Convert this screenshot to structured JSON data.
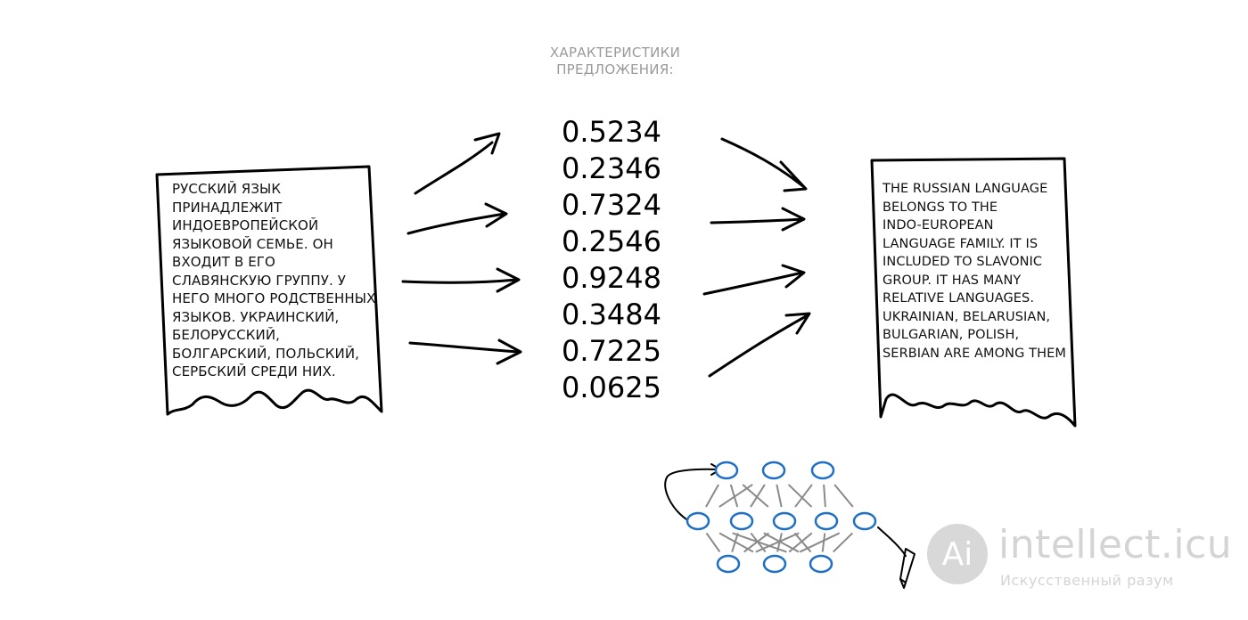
{
  "caption": {
    "line1": "ХАРАКТЕРИСТИКИ",
    "line2": "ПРЕДЛОЖЕНИЯ:"
  },
  "source_document": {
    "lines": [
      "РУССКИЙ ЯЗЫК",
      "ПРИНАДЛЕЖИТ",
      "ИНДОЕВРОПЕЙСКОЙ",
      "ЯЗЫКОВОЙ СЕМЬЕ. ОН",
      "ВХОДИТ В ЕГО",
      "СЛАВЯНСКУЮ ГРУППУ. У",
      "НЕГО МНОГО РОДСТВЕННЫХ",
      "ЯЗЫКОВ. УКРАИНСКИЙ,",
      "БЕЛОРУССКИЙ,",
      "БОЛГАРСКИЙ, ПОЛЬСКИЙ,",
      "СЕРБСКИЙ СРЕДИ НИХ."
    ]
  },
  "sentence_vector": {
    "values": [
      "0.5234",
      "0.2346",
      "0.7324",
      "0.2546",
      "0.9248",
      "0.3484",
      "0.7225",
      "0.0625"
    ]
  },
  "target_document": {
    "lines": [
      "THE RUSSIAN LANGUAGE",
      "BELONGS TO THE",
      "INDO-EUROPEAN",
      "LANGUAGE FAMILY. IT IS",
      "INCLUDED TO SLAVONIC",
      "GROUP. IT HAS MANY",
      "RELATIVE LANGUAGES.",
      "UKRAINIAN, BELARUSIAN,",
      "BULGARIAN, POLISH,",
      "SERBIAN ARE AMONG THEM"
    ]
  },
  "neural_network": {
    "layer_sizes": [
      3,
      5,
      3
    ],
    "node_color": "#1f6fc4",
    "edge_color": "#8a8a8a"
  },
  "watermark": {
    "logo_text": "Ai",
    "name": "intellect.icu",
    "tagline": "Искусственный разум"
  }
}
